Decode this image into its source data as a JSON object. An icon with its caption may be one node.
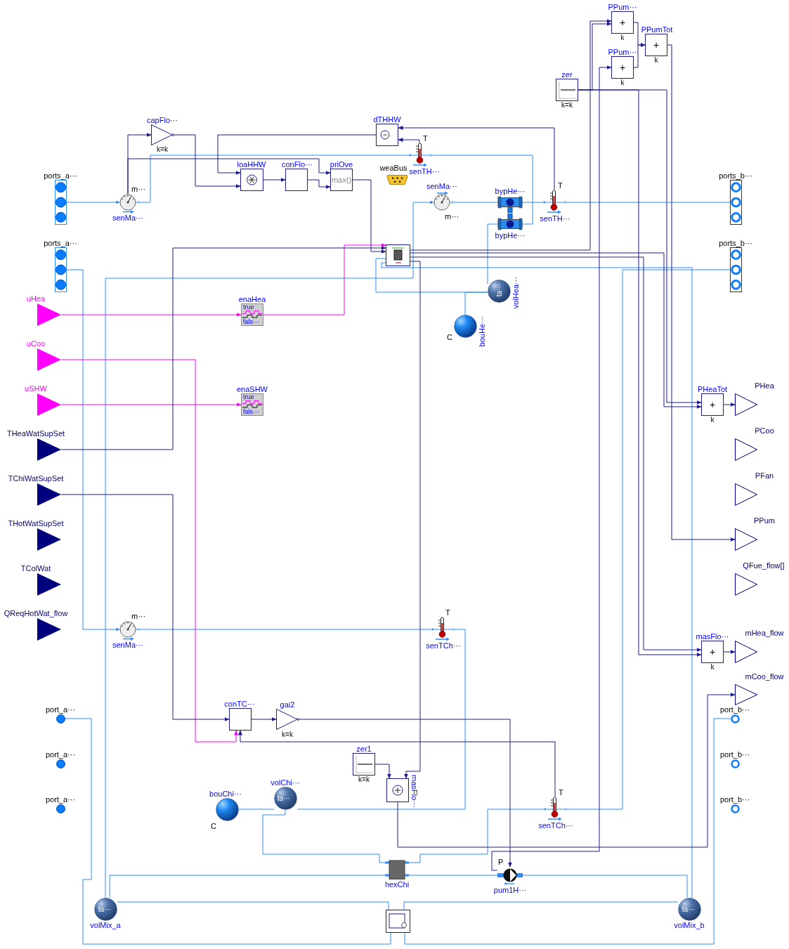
{
  "diagram": {
    "nodes": [
      {
        "text": [
          "ports_a···"
        ]
      },
      {
        "text": [
          "ports_a···"
        ]
      },
      {
        "text": [
          "uHea"
        ]
      },
      {
        "text": [
          "uCoo"
        ]
      },
      {
        "text": [
          "uSHW"
        ]
      },
      {
        "text": [
          "THeaWatSupSet"
        ]
      },
      {
        "text": [
          "TChiWatSupSet"
        ]
      },
      {
        "text": [
          "THotWatSupSet"
        ]
      },
      {
        "text": [
          "TColWat"
        ]
      },
      {
        "text": [
          "QReqHotWat_flow"
        ]
      },
      {
        "text": [
          "port_a···"
        ]
      },
      {
        "text": [
          "port_a···"
        ]
      },
      {
        "text": [
          "port_a···"
        ]
      },
      {
        "text": [
          "senMa···"
        ],
        "beside": [
          "m···"
        ]
      },
      {
        "text": [
          "capFlo···"
        ],
        "beside": [
          "k=k"
        ]
      },
      {
        "text": [
          "loaHHW"
        ]
      },
      {
        "text": [
          "conFlo···"
        ]
      },
      {
        "text": [
          "priOve",
          "max()"
        ]
      },
      {
        "text": [
          "dTHHW"
        ]
      },
      {
        "text": [
          "senTH···"
        ],
        "beside": [
          "T"
        ]
      },
      {
        "text": [
          "weaBus"
        ]
      },
      {
        "text": [
          "senMa···"
        ],
        "beside": [
          "m···"
        ]
      },
      {
        "text": [
          "bypHe···"
        ]
      },
      {
        "text": [
          "bypHe···"
        ]
      },
      {
        "text": [
          "senTH···"
        ],
        "beside": [
          "T"
        ]
      },
      {
        "text": [
          "ports_b···"
        ]
      },
      {
        "text": [
          "ports_b···"
        ]
      },
      {
        "text": [
          "PPum···",
          "+"
        ],
        "beside": [
          "k"
        ]
      },
      {
        "text": [
          "PPum···",
          "+"
        ],
        "beside": [
          "k"
        ]
      },
      {
        "text": [
          "PPumTot",
          "+"
        ],
        "beside": [
          "k"
        ]
      },
      {
        "text": [
          "zer"
        ],
        "beside": [
          "k=k"
        ]
      },
      {
        "text": [],
        "shape": "box"
      },
      {
        "text": [
          "volHea···",
          "ta···"
        ]
      },
      {
        "text": [
          "bouHe···"
        ],
        "beside": [
          "C"
        ]
      },
      {
        "text": [
          "enaHea",
          "true",
          "fals···"
        ]
      },
      {
        "text": [
          "enaSHW",
          "true",
          "fals···"
        ]
      },
      {
        "text": [
          "PHeaTot",
          "+"
        ],
        "beside": [
          "k"
        ]
      },
      {
        "text": [
          "PHea"
        ]
      },
      {
        "text": [
          "PCoo"
        ]
      },
      {
        "text": [
          "PFan"
        ]
      },
      {
        "text": [
          "PPum"
        ]
      },
      {
        "text": [
          "QFue_flow[]"
        ]
      },
      {
        "text": [
          "masFlo···",
          "+"
        ],
        "beside": [
          "k"
        ]
      },
      {
        "text": [
          "mHea_flow"
        ]
      },
      {
        "text": [
          "mCoo_flow"
        ]
      },
      {
        "text": [
          "port_b···"
        ]
      },
      {
        "text": [
          "port_b···"
        ]
      },
      {
        "text": [
          "port_b···"
        ]
      },
      {
        "text": [
          "senMa···"
        ],
        "beside": [
          "m···"
        ]
      },
      {
        "text": [
          "senTCh···"
        ],
        "beside": [
          "T"
        ]
      },
      {
        "text": [
          "conTC···"
        ]
      },
      {
        "text": [
          "gai2"
        ],
        "beside": [
          "k=k"
        ]
      },
      {
        "text": [
          "zer1"
        ],
        "beside": [
          "k=k"
        ]
      },
      {
        "text": [
          "masFlo···"
        ]
      },
      {
        "text": [
          "bouChi···"
        ],
        "beside": [
          "C"
        ]
      },
      {
        "text": [
          "volChi···",
          "ta···"
        ]
      },
      {
        "text": [
          "senTCh···"
        ],
        "beside": [
          "T"
        ]
      },
      {
        "text": [
          "hexChi"
        ]
      },
      {
        "text": [
          "pum1H···"
        ],
        "beside": [
          "P"
        ]
      },
      {
        "text": [
          "ta···",
          "volMix_a"
        ]
      },
      {
        "text": [
          "ta···",
          "volMix_b"
        ]
      },
      {
        "text": [],
        "shape": "box"
      }
    ],
    "edges": [
      {
        "from": 0,
        "to": 13,
        "arrow": "none",
        "color": "#2b8cff"
      },
      {
        "from": 13,
        "to": 19,
        "arrow": "none",
        "color": "#2b8cff"
      },
      {
        "from": 19,
        "to": 23,
        "arrow": "none",
        "color": "#2b8cff"
      },
      {
        "from": 21,
        "to": 22,
        "arrow": "none",
        "color": "#2b8cff"
      },
      {
        "from": 22,
        "to": 24,
        "arrow": "none",
        "color": "#2b8cff"
      },
      {
        "from": 24,
        "to": 25,
        "arrow": "none",
        "color": "#2b8cff"
      },
      {
        "from": 21,
        "to": 59,
        "arrow": "none",
        "color": "#2b8cff"
      },
      {
        "from": 31,
        "to": 32,
        "arrow": "none",
        "color": "#2b8cff"
      },
      {
        "from": 23,
        "to": 32,
        "arrow": "none",
        "color": "#2b8cff"
      },
      {
        "from": 33,
        "to": 32,
        "arrow": "none",
        "color": "#2b8cff"
      },
      {
        "from": 31,
        "to": 60,
        "arrow": "none",
        "color": "#2b8cff"
      },
      {
        "from": 1,
        "to": 48,
        "arrow": "none",
        "color": "#2b8cff"
      },
      {
        "from": 48,
        "to": 49,
        "arrow": "none",
        "color": "#2b8cff"
      },
      {
        "from": 49,
        "to": 55,
        "arrow": "none",
        "color": "#2b8cff"
      },
      {
        "from": 54,
        "to": 55,
        "arrow": "none",
        "color": "#2b8cff"
      },
      {
        "from": 55,
        "to": 57,
        "arrow": "none",
        "color": "#2b8cff"
      },
      {
        "from": 57,
        "to": 56,
        "arrow": "none",
        "color": "#2b8cff"
      },
      {
        "from": 56,
        "to": 26,
        "arrow": "none",
        "color": "#2b8cff"
      },
      {
        "from": 59,
        "to": 57,
        "arrow": "none",
        "color": "#2b8cff"
      },
      {
        "from": 57,
        "to": 58,
        "arrow": "none",
        "color": "#2b8cff"
      },
      {
        "from": 58,
        "to": 60,
        "arrow": "none",
        "color": "#2b8cff"
      },
      {
        "from": 59,
        "to": 61,
        "arrow": "none",
        "color": "#2b8cff"
      },
      {
        "from": 61,
        "to": 60,
        "arrow": "none",
        "color": "#2b8cff"
      },
      {
        "from": 10,
        "to": 61,
        "arrow": "none",
        "color": "#2b8cff"
      },
      {
        "from": 61,
        "to": 45,
        "arrow": "none",
        "color": "#2b8cff"
      },
      {
        "from": 13,
        "to": 14,
        "arrow": "to"
      },
      {
        "from": 13,
        "to": 17,
        "arrow": "to"
      },
      {
        "from": 14,
        "to": 15,
        "arrow": "to"
      },
      {
        "from": 18,
        "to": 15,
        "arrow": "to"
      },
      {
        "from": 15,
        "to": 16,
        "arrow": "to"
      },
      {
        "from": 16,
        "to": 17,
        "arrow": "to"
      },
      {
        "from": 17,
        "to": 31,
        "arrow": "to"
      },
      {
        "from": 34,
        "to": 31,
        "arrow": "to",
        "color": "#ff00ff"
      },
      {
        "from": 2,
        "to": 34,
        "arrow": "to",
        "color": "#ff00ff"
      },
      {
        "from": 4,
        "to": 35,
        "arrow": "to",
        "color": "#ff00ff"
      },
      {
        "from": 3,
        "to": 50,
        "arrow": "to",
        "color": "#ff00ff"
      },
      {
        "from": 5,
        "to": 31,
        "arrow": "to"
      },
      {
        "from": 6,
        "to": 50,
        "arrow": "to"
      },
      {
        "from": 50,
        "to": 51,
        "arrow": "to"
      },
      {
        "from": 51,
        "to": 58,
        "arrow": "to"
      },
      {
        "from": 56,
        "to": 50,
        "arrow": "to"
      },
      {
        "from": 19,
        "to": 18,
        "arrow": "to"
      },
      {
        "from": 24,
        "to": 18,
        "arrow": "to"
      },
      {
        "from": 30,
        "to": 27,
        "arrow": "to"
      },
      {
        "from": 31,
        "to": 27,
        "arrow": "to"
      },
      {
        "from": 27,
        "to": 29,
        "arrow": "to"
      },
      {
        "from": 28,
        "to": 29,
        "arrow": "to"
      },
      {
        "from": 58,
        "to": 28,
        "arrow": "to"
      },
      {
        "from": 29,
        "to": 40,
        "arrow": "to"
      },
      {
        "from": 30,
        "to": 36,
        "arrow": "to"
      },
      {
        "from": 31,
        "to": 36,
        "arrow": "to"
      },
      {
        "from": 31,
        "to": 42,
        "arrow": "to"
      },
      {
        "from": 30,
        "to": 42,
        "arrow": "to"
      },
      {
        "from": 36,
        "to": 37,
        "arrow": "to"
      },
      {
        "from": 42,
        "to": 43,
        "arrow": "to"
      },
      {
        "from": 52,
        "to": 53,
        "arrow": "to"
      },
      {
        "from": 31,
        "to": 53,
        "arrow": "to"
      },
      {
        "from": 53,
        "to": 44,
        "arrow": "to"
      }
    ]
  }
}
